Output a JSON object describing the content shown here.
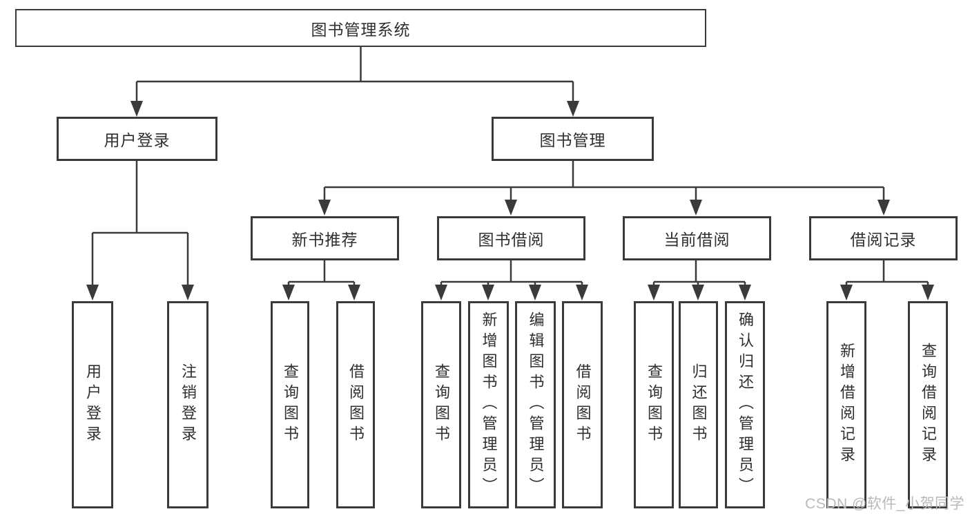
{
  "tree": {
    "root": "图书管理系统",
    "children": [
      {
        "label": "用户登录",
        "children": [
          "用户登录",
          "注销登录"
        ]
      },
      {
        "label": "图书管理",
        "children": [
          {
            "label": "新书推荐",
            "children": [
              "查询图书",
              "借阅图书"
            ]
          },
          {
            "label": "图书借阅",
            "children": [
              "查询图书",
              "新增图书（管理员）",
              "编辑图书（管理员）",
              "借阅图书"
            ]
          },
          {
            "label": "当前借阅",
            "children": [
              "查询图书",
              "归还图书",
              "确认归还（管理员）"
            ]
          },
          {
            "label": "借阅记录",
            "children": [
              "新增借阅记录",
              "查询借阅记录"
            ]
          }
        ]
      }
    ]
  },
  "watermark": {
    "text": "CSDN @软件_小贺同学"
  },
  "colors": {
    "line": "#3a3a3a",
    "box_border": "#3a3a3a",
    "text": "#2f2f2f",
    "watermark": "#b9b9b9",
    "background": "#ffffff"
  }
}
